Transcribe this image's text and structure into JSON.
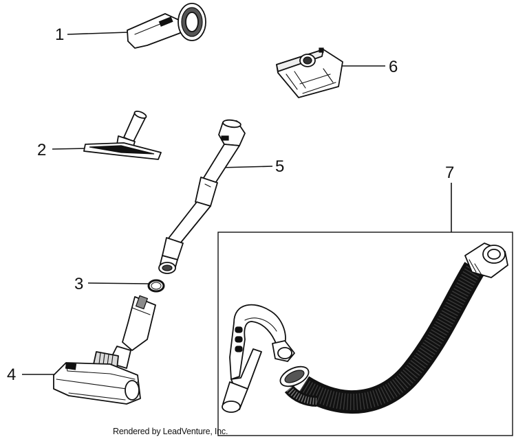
{
  "diagram": {
    "callouts": [
      {
        "number": "1",
        "part": "dusting-brush"
      },
      {
        "number": "2",
        "part": "upholstery-tool"
      },
      {
        "number": "3",
        "part": "o-ring"
      },
      {
        "number": "4",
        "part": "floor-nozzle"
      },
      {
        "number": "5",
        "part": "extension-wand"
      },
      {
        "number": "6",
        "part": "dust-bag"
      },
      {
        "number": "7",
        "part": "hose-assembly"
      }
    ]
  },
  "footer": {
    "text": "Rendered by LeadVenture, Inc."
  }
}
